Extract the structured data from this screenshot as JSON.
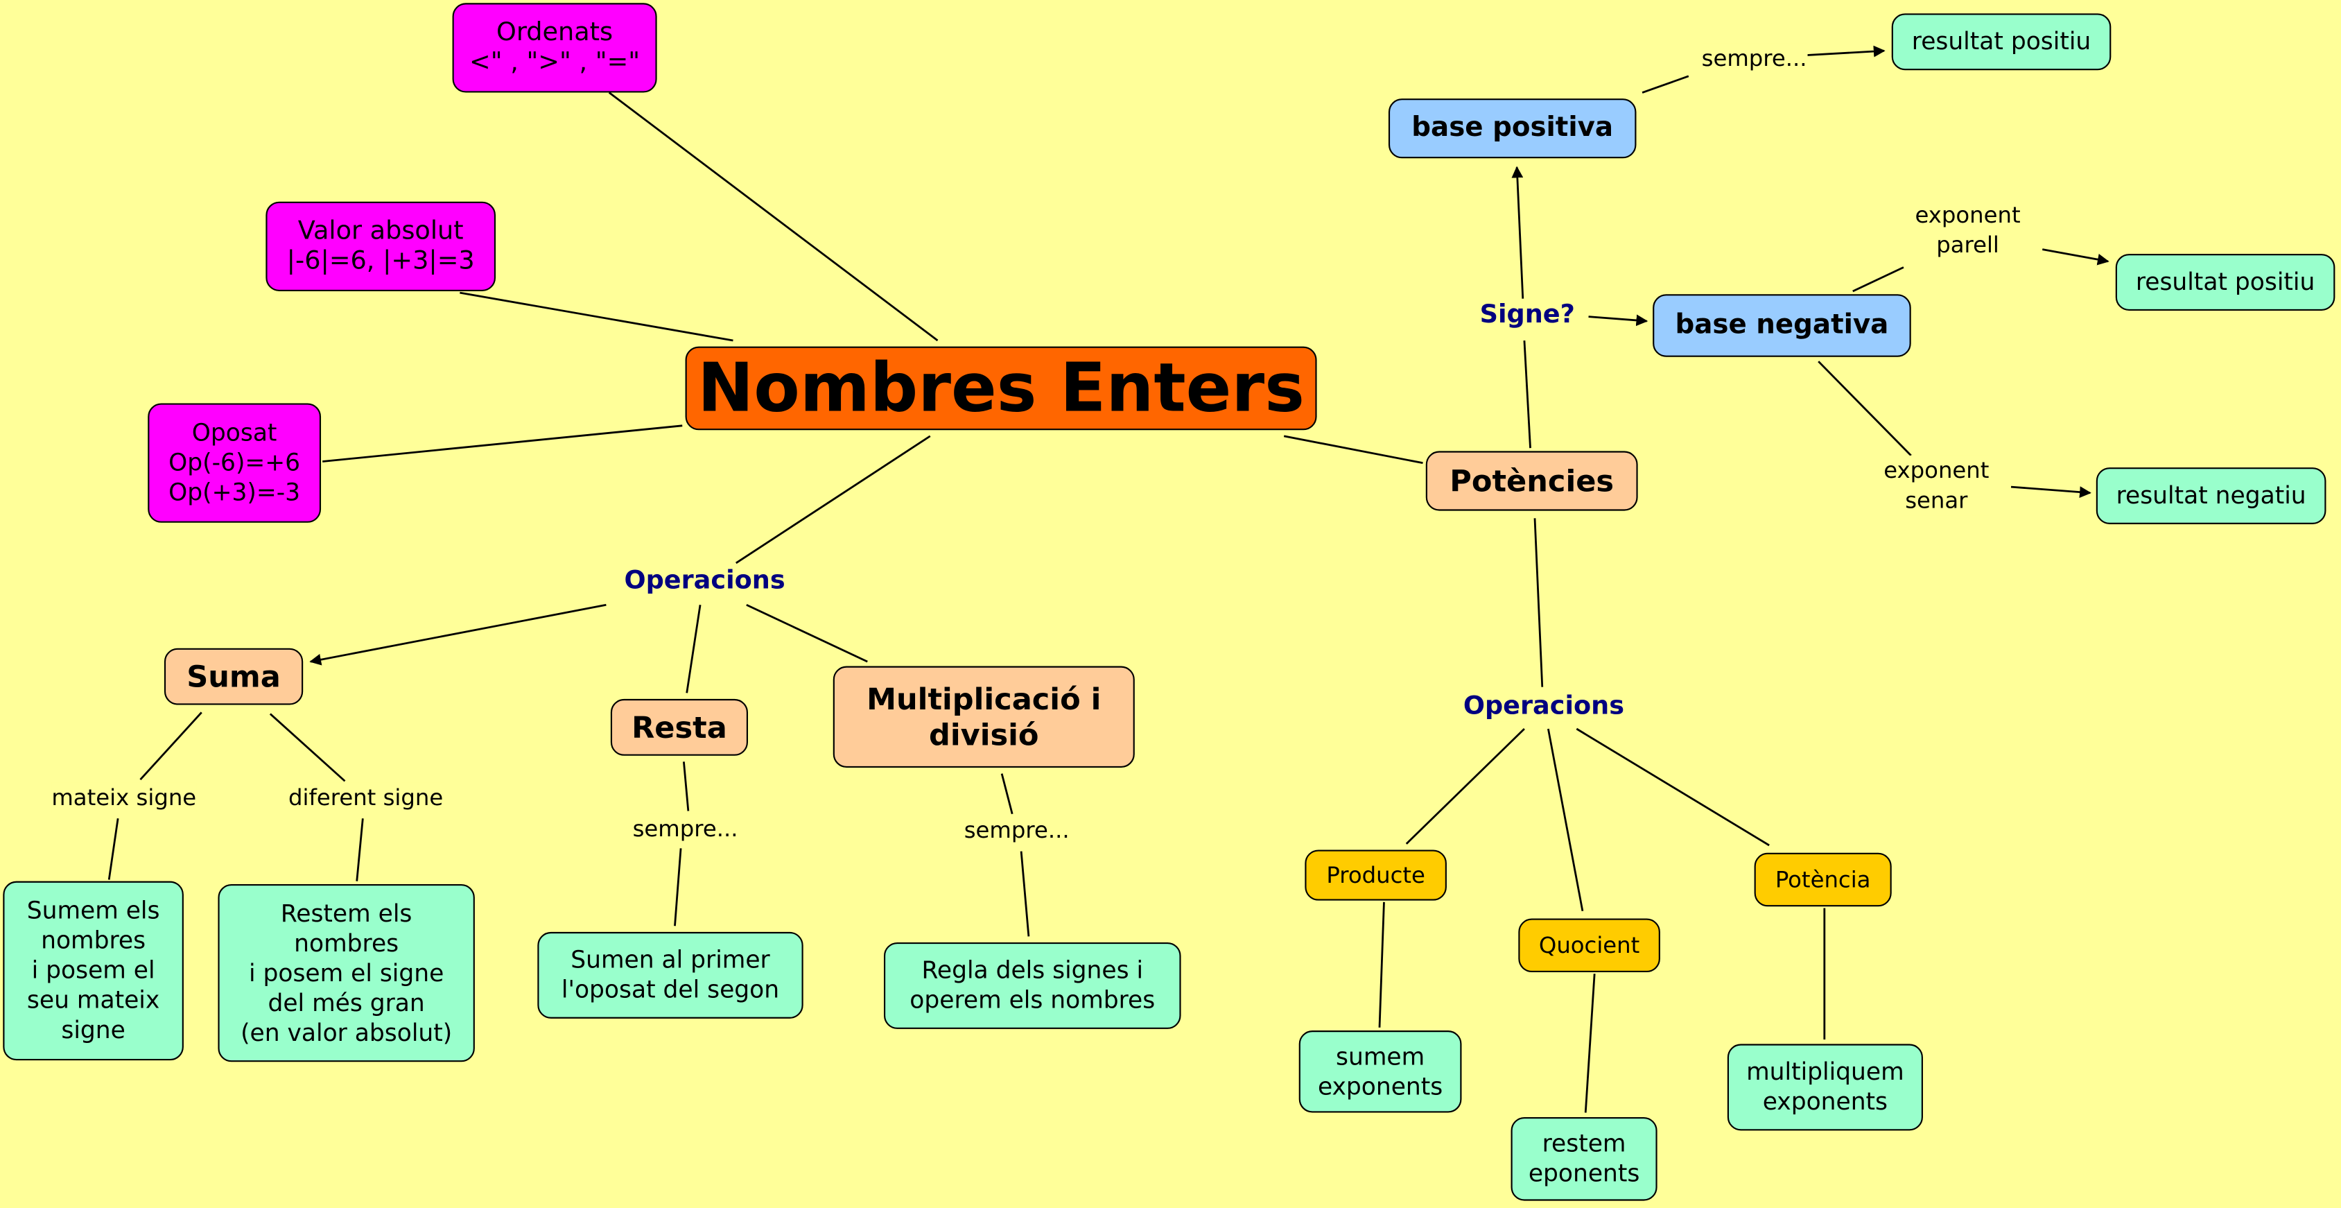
{
  "colors": {
    "background": "#ffff99",
    "main": "#ff6600",
    "property": "#ff00ff",
    "operation": "#ffcc99",
    "sign": "#99ccff",
    "result": "#99ffcc",
    "power_op": "#ffcc00",
    "link_phrase": "#000080"
  },
  "main": "Nombres Enters",
  "properties": {
    "ordenats": "Ordenats\n<\" , \">\" , \"=\"",
    "valor": "Valor absolut\n|-6|=6, |+3|=3",
    "oposat": "Oposat\nOp(-6)=+6\nOp(+3)=-3"
  },
  "left": {
    "operacions": "Operacions",
    "suma": "Suma",
    "resta": "Resta",
    "mult": "Multiplicació i\ndivisió",
    "mateix": "mateix signe",
    "diferent": "diferent signe",
    "sumem": "Sumem els\nnombres\ni posem el\nseu mateix\nsigne",
    "restem": "Restem els\nnombres\ni posem el signe\ndel més gran\n(en valor absolut)",
    "sempre1": "sempre...",
    "sumen": "Sumen al primer\nl'oposat del segon",
    "sempre2": "sempre...",
    "regla": "Regla dels signes i\noperem els nombres"
  },
  "right": {
    "potencies": "Potències",
    "signe": "Signe?",
    "base_pos": "base positiva",
    "sempre": "sempre...",
    "res_pos1": "resultat positiu",
    "base_neg": "base negativa",
    "exp_parell": "exponent\nparell",
    "res_pos2": "resultat positiu",
    "exp_senar": "exponent\nsenar",
    "res_neg": "resultat negatiu",
    "operacions": "Operacions",
    "producte": "Producte",
    "quocient": "Quocient",
    "potencia": "Potència",
    "sumem": "sumem\nexponents",
    "restem": "restem\neponents",
    "multipliquem": "multipliquem\nexponents"
  }
}
